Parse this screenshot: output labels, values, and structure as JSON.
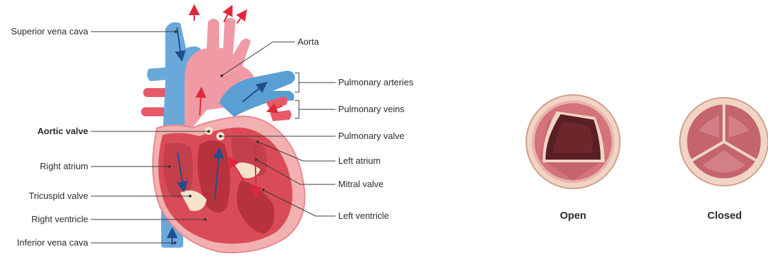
{
  "heart_labels": {
    "superior_vena_cava": "Superior vena cava",
    "aortic_valve": "Aortic valve",
    "right_atrium": "Right atrium",
    "tricuspid_valve": "Tricuspid valve",
    "right_ventricle": "Right ventricle",
    "inferior_vena_cava": "Inferior vena cava",
    "aorta": "Aorta",
    "pulmonary_arteries": "Pulmonary arteries",
    "pulmonary_veins": "Pulmonary veins",
    "pulmonary_valve": "Pulmonary valve",
    "left_atrium": "Left atrium",
    "mitral_valve": "Mitral valve",
    "left_ventricle": "Left ventricle"
  },
  "valve_states": {
    "open": "Open",
    "closed": "Closed"
  },
  "colors": {
    "heart_tissue": "#f3a3a6",
    "heart_muscle": "#d94c57",
    "vein_blue": "#5a9fd4",
    "artery_red": "#e84a5f",
    "flow_blue_arrow": "#1f4e8c",
    "flow_red_arrow": "#e0283a",
    "valve_rim": "#e9b9a8",
    "valve_open": "#5a1f24",
    "valve_closed": "#c4646c"
  }
}
